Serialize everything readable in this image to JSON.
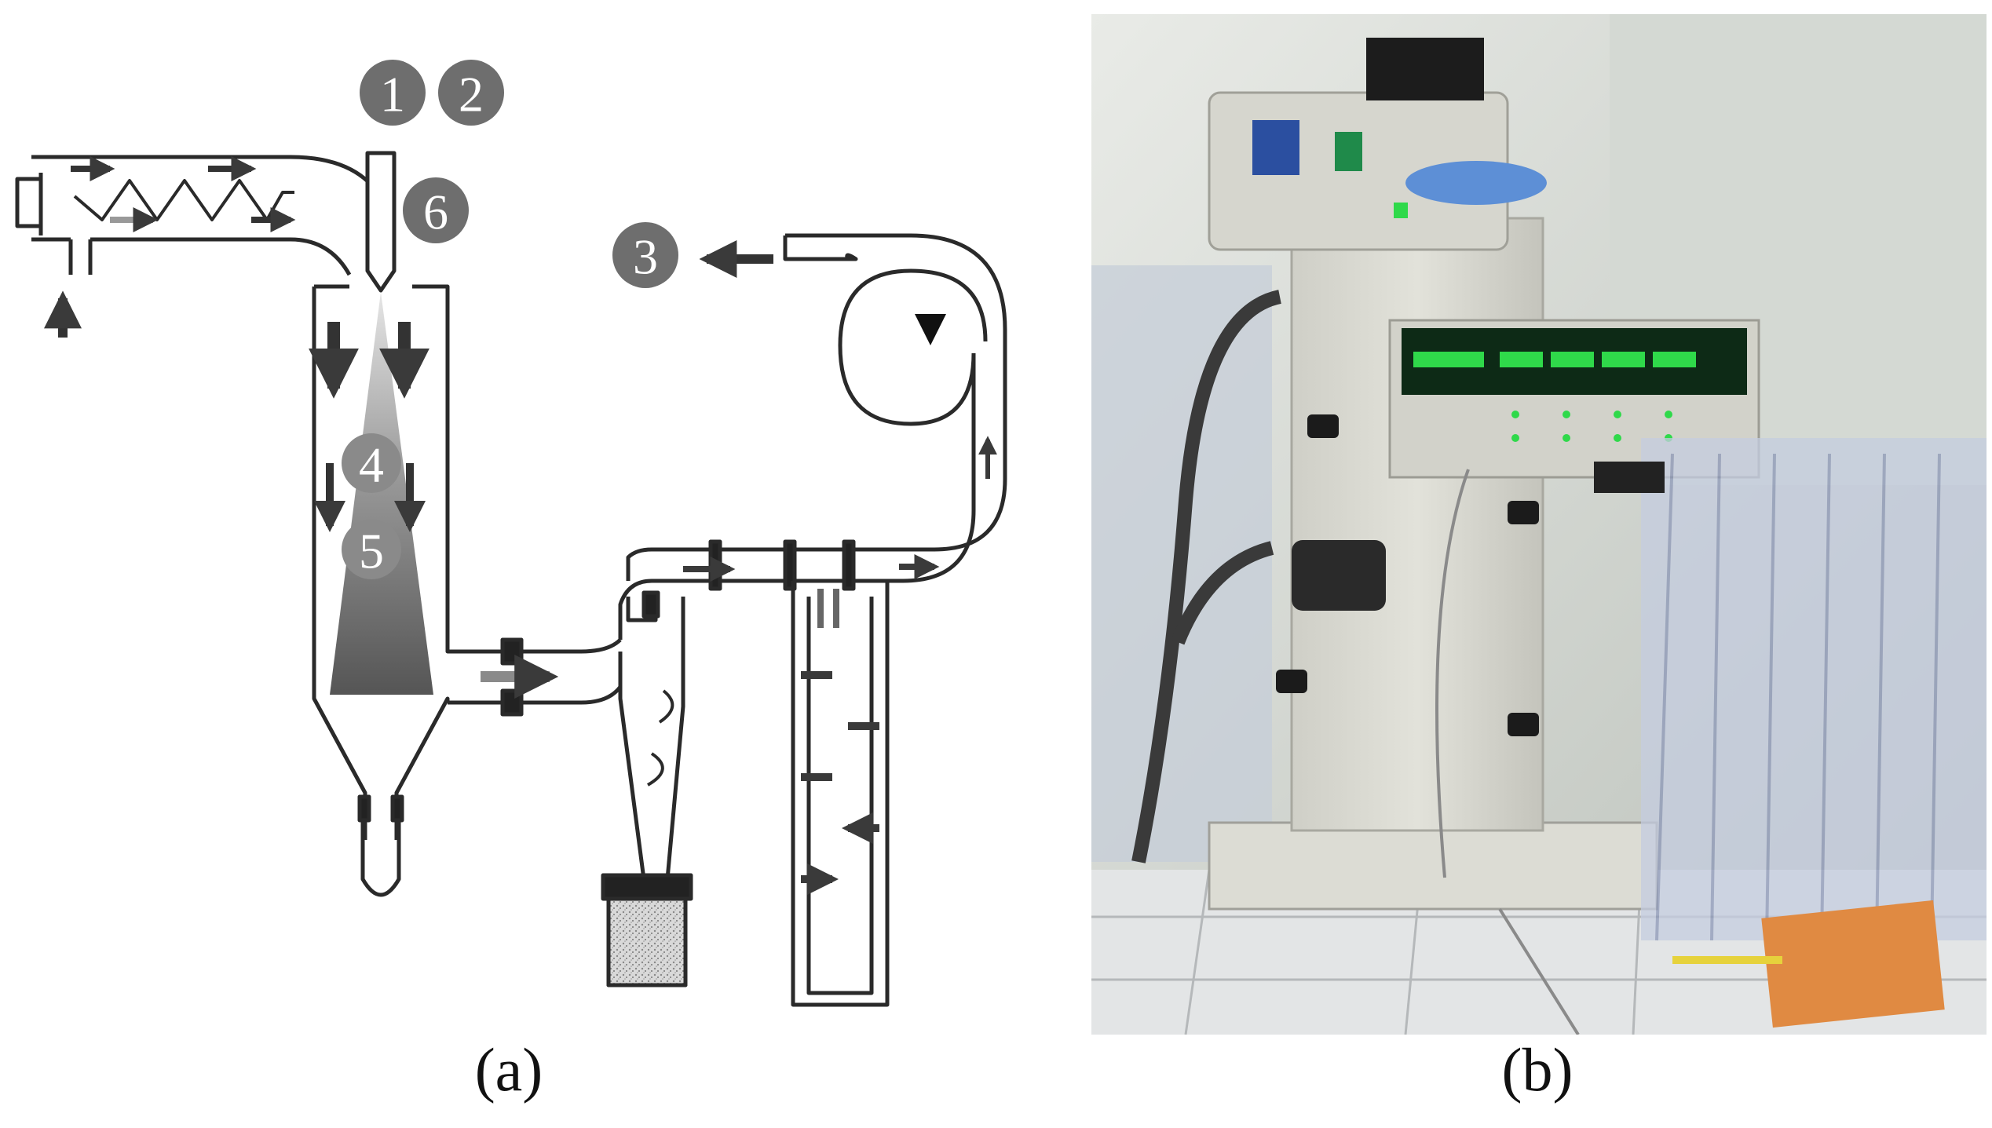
{
  "panel_a": {
    "caption": "(a)",
    "labels": [
      "1",
      "2",
      "6",
      "3",
      "4",
      "5"
    ]
  },
  "panel_b": {
    "caption": "(b)"
  },
  "colors": {
    "outline": "#2a2a2a",
    "badge": "#6e6e6e",
    "arrow": "#3a3a3a",
    "cone_dark": "#5a5a5a",
    "machine_body": "#d8d8d0",
    "display_green": "#2fd94a"
  }
}
